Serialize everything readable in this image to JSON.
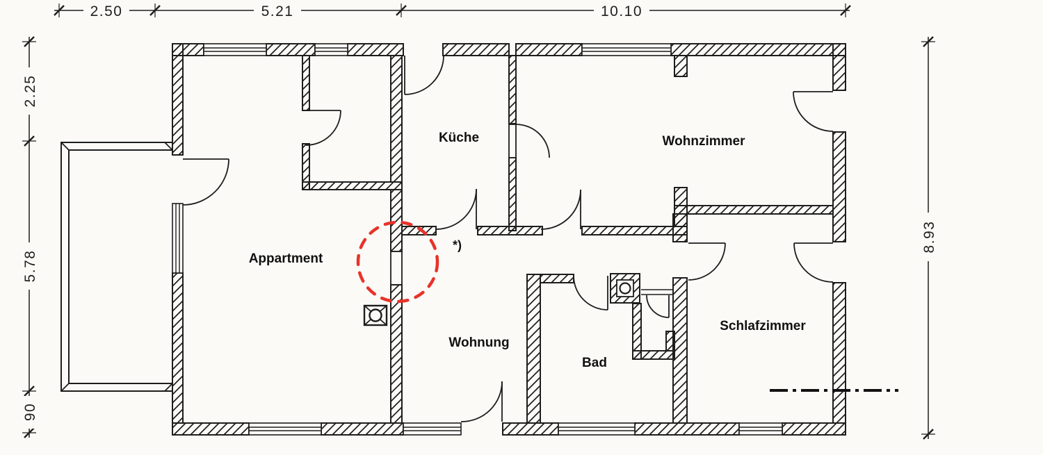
{
  "plan": {
    "kind": "apartment floor plan (scanned architectural drawing)",
    "rooms": [
      {
        "id": "kueche",
        "label": "Küche"
      },
      {
        "id": "wohnzimmer",
        "label": "Wohnzimmer"
      },
      {
        "id": "appartment",
        "label": "Appartment"
      },
      {
        "id": "wohnung",
        "label": "Wohnung"
      },
      {
        "id": "bad",
        "label": "Bad"
      },
      {
        "id": "schlafzimmer",
        "label": "Schlafzimmer"
      }
    ],
    "annotations": {
      "footnote_marker": "*)",
      "highlight": {
        "shape": "dashed-circle",
        "color": "#e8332a",
        "target": "wall opening between Appartment and Wohnung"
      }
    },
    "dimensions_m": {
      "top": [
        {
          "label": "2.50"
        },
        {
          "label": "5.21"
        },
        {
          "label": "10.10"
        }
      ],
      "left": [
        {
          "label": "2.25"
        },
        {
          "label": "5.78"
        },
        {
          "label": "90"
        }
      ],
      "right": [
        {
          "label": "8.93"
        }
      ]
    },
    "symbols": [
      {
        "name": "chimney-flue-icon",
        "location": "Appartment, at corridor wall"
      },
      {
        "name": "ventilation-shaft-icon",
        "location": "between Bad and WC niche"
      },
      {
        "name": "section-dash-dot-line",
        "location": "bottom right through Schlafzimmer wall"
      }
    ],
    "colors": {
      "line": "#1d1d1b",
      "background": "#fbfaf7",
      "highlight_red": "#e8332a"
    }
  }
}
